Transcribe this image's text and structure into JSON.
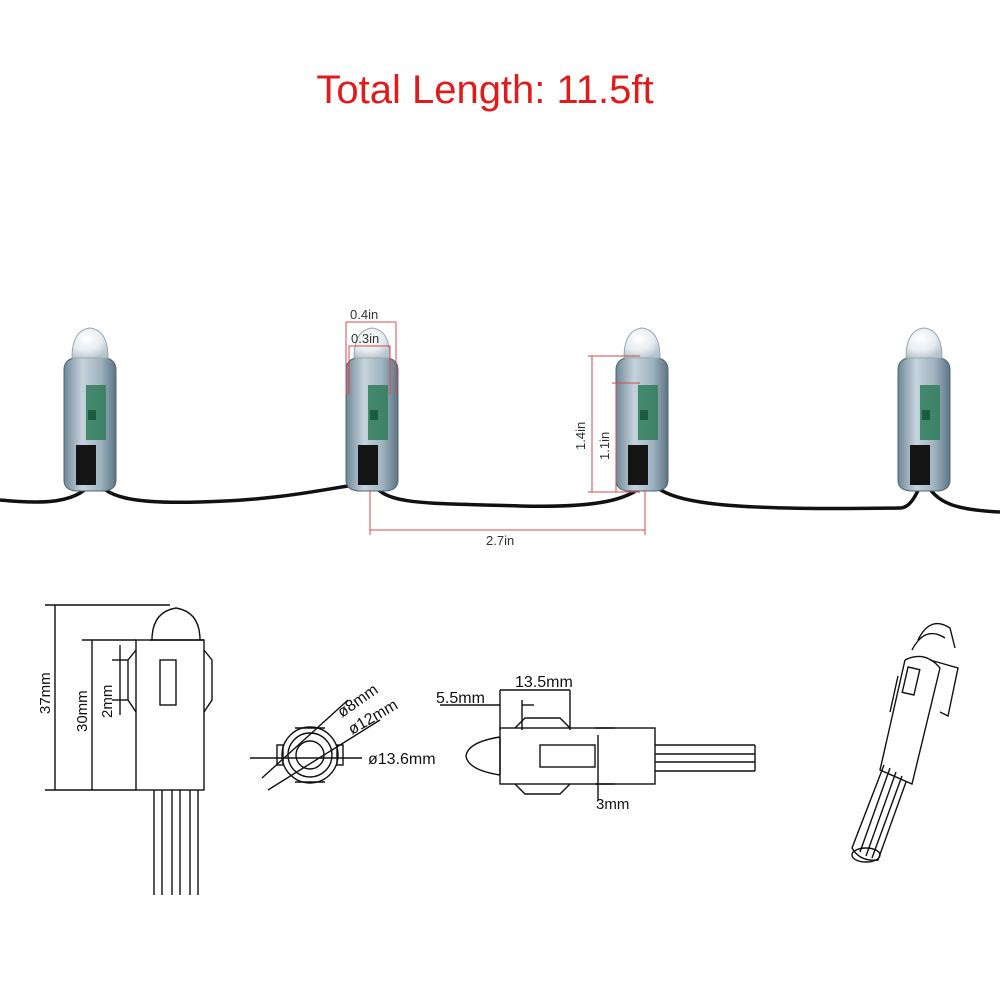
{
  "title": "Total Length: 11.5ft",
  "colors": {
    "title": "#e01b1b",
    "dimension_lines": "#d44a4a",
    "dimension_text": "#333333",
    "wire": "#111111",
    "node_body": "#9fb3c0",
    "node_cap": "#eef2f5",
    "pcb": "#2f7d5a",
    "drawing": "#111111"
  },
  "photo_dimensions": {
    "cap_outer": "0.4in",
    "cap_inner": "0.3in",
    "node_total_height": "1.4in",
    "node_body_height": "1.1in",
    "node_spacing": "2.7in"
  },
  "drawing_dimensions": {
    "total_height": "37mm",
    "body_height": "30mm",
    "clip_height": "2mm",
    "inner_diameter": "ø8mm",
    "middle_diameter": "ø12mm",
    "outer_diameter": "ø13.6mm",
    "cap_offset": "5.5mm",
    "clip_length": "13.5mm",
    "clip_thickness": "3mm"
  }
}
